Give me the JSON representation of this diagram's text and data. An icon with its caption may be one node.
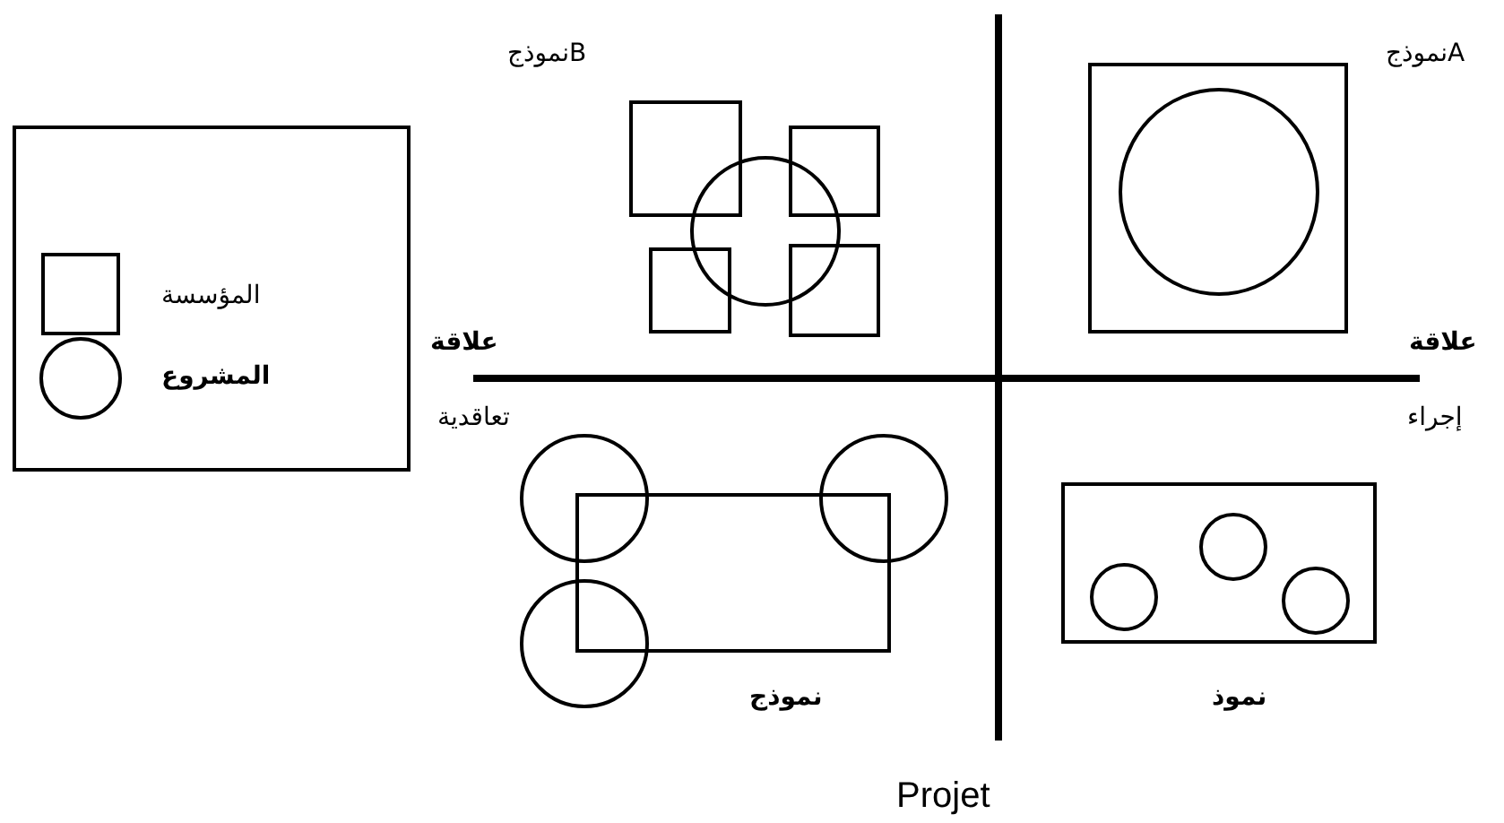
{
  "diagram": {
    "labels": [
      "نموذجB",
      "نموذجA",
      "علاقة",
      "علاقة",
      "تعاقدية",
      "إجراء",
      "نموذج",
      "نموذ",
      "Projet"
    ],
    "legend": [
      {
        "text": "المؤسسة"
      },
      {
        "text": "المشروع"
      }
    ]
  }
}
